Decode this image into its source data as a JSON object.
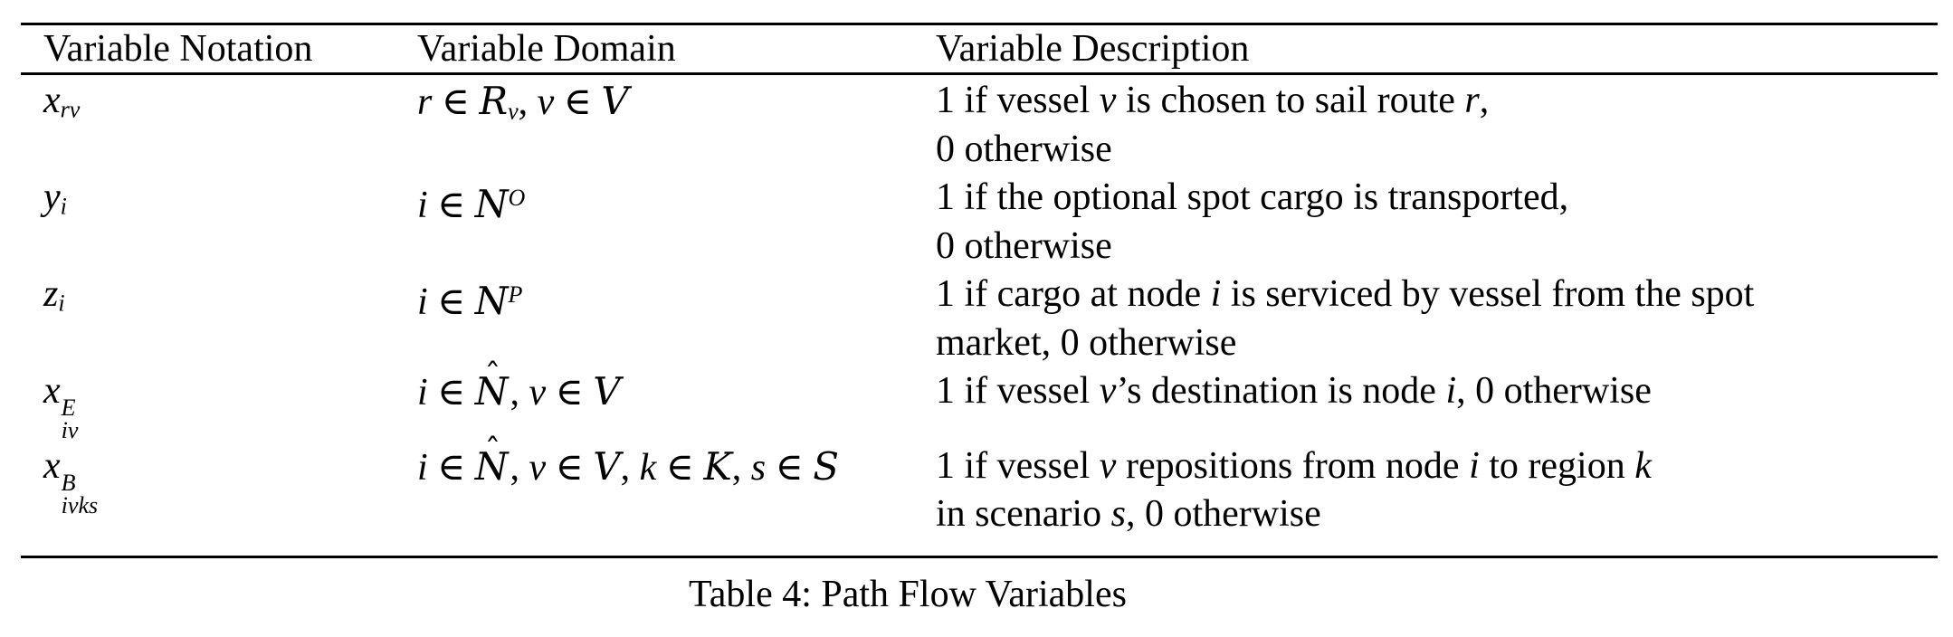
{
  "table": {
    "caption": "Table 4: Path Flow Variables",
    "columns": [
      "Variable Notation",
      "Variable Domain",
      "Variable Description"
    ],
    "rows": [
      {
        "notation": {
          "base": "x",
          "sup": "",
          "sub": "rv"
        },
        "domain": [
          {
            "t": "r",
            "s": "i"
          },
          {
            "t": " ∈ ",
            "s": ""
          },
          {
            "t": "R",
            "s": "cal"
          },
          {
            "t": "v",
            "s": "sub"
          },
          {
            "t": ", ",
            "s": ""
          },
          {
            "t": "v",
            "s": "i"
          },
          {
            "t": " ∈ ",
            "s": ""
          },
          {
            "t": "V",
            "s": "cal"
          }
        ],
        "description": [
          [
            {
              "t": "1 if vessel ",
              "s": ""
            },
            {
              "t": "v",
              "s": "i"
            },
            {
              "t": " is chosen to sail route ",
              "s": ""
            },
            {
              "t": "r",
              "s": "i"
            },
            {
              "t": ",",
              "s": ""
            }
          ],
          [
            {
              "t": "0 otherwise",
              "s": ""
            }
          ]
        ]
      },
      {
        "notation": {
          "base": "y",
          "sup": "",
          "sub": "i"
        },
        "domain": [
          {
            "t": "i",
            "s": "i"
          },
          {
            "t": " ∈ ",
            "s": ""
          },
          {
            "t": "N",
            "s": "cal"
          },
          {
            "t": "O",
            "s": "sup"
          }
        ],
        "description": [
          [
            {
              "t": "1 if the optional spot cargo is transported,",
              "s": ""
            }
          ],
          [
            {
              "t": "0 otherwise",
              "s": ""
            }
          ]
        ]
      },
      {
        "notation": {
          "base": "z",
          "sup": "",
          "sub": "i"
        },
        "domain": [
          {
            "t": "i",
            "s": "i"
          },
          {
            "t": " ∈ ",
            "s": ""
          },
          {
            "t": "N",
            "s": "cal"
          },
          {
            "t": "P",
            "s": "sup"
          }
        ],
        "description": [
          [
            {
              "t": "1 if cargo at node ",
              "s": ""
            },
            {
              "t": "i",
              "s": "i"
            },
            {
              "t": " is serviced by vessel from the spot",
              "s": ""
            }
          ],
          [
            {
              "t": "market, 0 otherwise",
              "s": ""
            }
          ]
        ]
      },
      {
        "notation": {
          "base": "x",
          "sup": "E",
          "sub": "iv"
        },
        "domain": [
          {
            "t": "i",
            "s": "i"
          },
          {
            "t": " ∈ ",
            "s": ""
          },
          {
            "t": "N",
            "s": "calhat"
          },
          {
            "t": ", ",
            "s": ""
          },
          {
            "t": "v",
            "s": "i"
          },
          {
            "t": " ∈ ",
            "s": ""
          },
          {
            "t": "V",
            "s": "cal"
          }
        ],
        "description": [
          [
            {
              "t": "1 if vessel ",
              "s": ""
            },
            {
              "t": "v",
              "s": "i"
            },
            {
              "t": "’s destination is node ",
              "s": ""
            },
            {
              "t": "i",
              "s": "i"
            },
            {
              "t": ", 0 otherwise",
              "s": ""
            }
          ]
        ]
      },
      {
        "notation": {
          "base": "x",
          "sup": "B",
          "sub": "ivks"
        },
        "domain": [
          {
            "t": "i",
            "s": "i"
          },
          {
            "t": " ∈ ",
            "s": ""
          },
          {
            "t": "N",
            "s": "calhat"
          },
          {
            "t": ", ",
            "s": ""
          },
          {
            "t": "v",
            "s": "i"
          },
          {
            "t": " ∈ ",
            "s": ""
          },
          {
            "t": "V",
            "s": "cal"
          },
          {
            "t": ", ",
            "s": ""
          },
          {
            "t": "k",
            "s": "i"
          },
          {
            "t": " ∈ ",
            "s": ""
          },
          {
            "t": "K",
            "s": "cal"
          },
          {
            "t": ", ",
            "s": ""
          },
          {
            "t": "s",
            "s": "i"
          },
          {
            "t": " ∈ ",
            "s": ""
          },
          {
            "t": "S",
            "s": "cal"
          }
        ],
        "description": [
          [
            {
              "t": "1 if vessel ",
              "s": ""
            },
            {
              "t": "v",
              "s": "i"
            },
            {
              "t": " repositions from node ",
              "s": ""
            },
            {
              "t": "i",
              "s": "i"
            },
            {
              "t": " to region ",
              "s": ""
            },
            {
              "t": "k",
              "s": "i"
            }
          ],
          [
            {
              "t": "in scenario ",
              "s": ""
            },
            {
              "t": "s",
              "s": "i"
            },
            {
              "t": ", 0 otherwise",
              "s": ""
            }
          ]
        ]
      }
    ]
  }
}
